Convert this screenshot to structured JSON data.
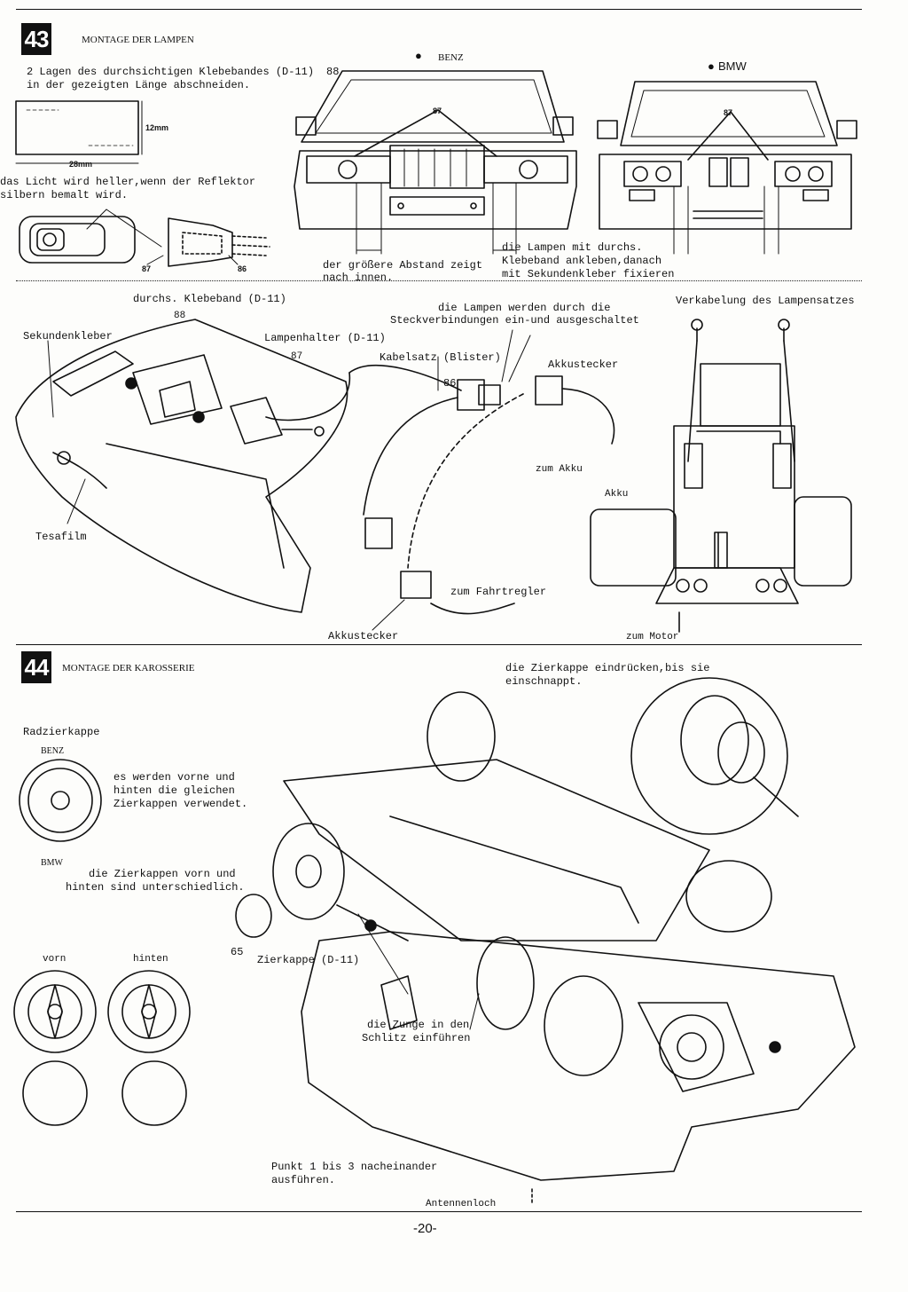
{
  "step43": {
    "number": "43",
    "title": "MONTAGE DER LAMPEN",
    "tape_instruction_line1": "2 Lagen des durchsichtigen Klebebandes (D-11)",
    "tape_instruction_line2": "in der gezeigten Länge abschneiden.",
    "dim_height": "12mm",
    "dim_width": "28mm",
    "reflector_line1": "das Licht wird heller,wenn der Reflektor",
    "reflector_line2": "silbern bemalt wird.",
    "part_87": "87",
    "part_86": "86",
    "part_88": "88",
    "benz_label": "BENZ",
    "bmw_label": "BMW",
    "spacing_note_line1": "der größere Abstand zeigt",
    "spacing_note_line2": "nach innen.",
    "lamp_note_line1": "die Lampen mit durchs.",
    "lamp_note_line2": "Klebeband ankleben,danach",
    "lamp_note_line3": "mit Sekundenkleber fixieren",
    "tape_label": "durchs. Klebeband (D-11)",
    "glue_label": "Sekundenkleber",
    "lamp_holder_label": "Lampenhalter (D-11)",
    "cable_set_label": "Kabelsatz (Blister)",
    "switch_note_line1": "die Lampen werden durch die",
    "switch_note_line2": "Steckverbindungen ein-und ausgeschaltet",
    "battery_plug_label": "Akkustecker",
    "to_battery_label": "zum Akku",
    "tesafilm_label": "Tesafilm",
    "to_esc_label": "zum Fahrtregler",
    "battery_plug_bottom_label": "Akkustecker",
    "wiring_title": "Verkabelung des Lampensatzes",
    "akku_label": "Akku",
    "to_motor_label": "zum Motor"
  },
  "step44": {
    "number": "44",
    "title": "MONTAGE DER KAROSSERIE",
    "press_note_line1": "die Zierkappe eindrücken,bis sie",
    "press_note_line2": "einschnappt.",
    "hubcap_heading": "Radzierkappe",
    "benz_label": "BENZ",
    "benz_note_line1": "es werden vorne und",
    "benz_note_line2": "hinten die gleichen",
    "benz_note_line3": "Zierkappen verwendet.",
    "bmw_label": "BMW",
    "bmw_note_line1": "die Zierkappen vorn und",
    "bmw_note_line2": "hinten sind unterschiedlich.",
    "front_label": "vorn",
    "rear_label": "hinten",
    "part_65": "65",
    "hubcap_part_label": "Zierkappe (D-11)",
    "tab_note_line1": "die Zunge in den",
    "tab_note_line2": "Schlitz einführen",
    "sequence_line1": "Punkt 1 bis 3 nacheinander",
    "sequence_line2": "ausführen.",
    "antenna_label": "Antennenloch"
  },
  "page_number": "-20-"
}
